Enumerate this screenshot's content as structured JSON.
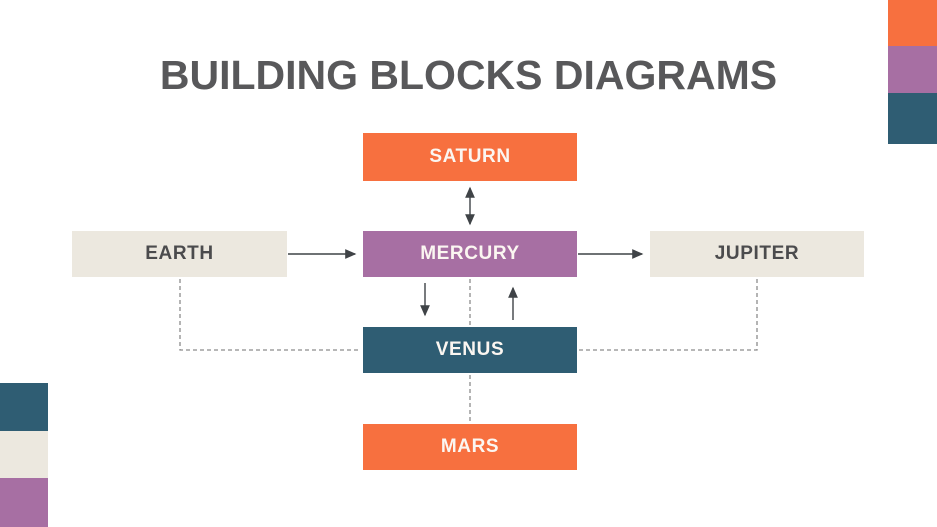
{
  "title": "BUILDING BLOCKS DIAGRAMS",
  "palette": {
    "orange": "#F7703F",
    "purple": "#A76FA3",
    "teal": "#2F5D73",
    "beige": "#ECE8DF",
    "title_text": "#58585A",
    "dark_text": "#4B4B4D",
    "light_text": "#FBF6F1",
    "solid_line": "#3F4347",
    "dashed_line": "#8C8C8C"
  },
  "nodes": {
    "saturn": {
      "label": "SATURN",
      "color_role": "orange"
    },
    "mercury": {
      "label": "MERCURY",
      "color_role": "purple"
    },
    "earth": {
      "label": "EARTH",
      "color_role": "beige"
    },
    "jupiter": {
      "label": "JUPITER",
      "color_role": "beige"
    },
    "venus": {
      "label": "VENUS",
      "color_role": "teal"
    },
    "mars": {
      "label": "MARS",
      "color_role": "orange"
    }
  },
  "edges": [
    {
      "from": "SATURN",
      "to": "MERCURY",
      "style": "solid",
      "arrows": "both"
    },
    {
      "from": "EARTH",
      "to": "MERCURY",
      "style": "solid",
      "arrows": "end"
    },
    {
      "from": "MERCURY",
      "to": "JUPITER",
      "style": "solid",
      "arrows": "end"
    },
    {
      "from": "MERCURY",
      "to": "VENUS",
      "style": "solid",
      "arrows": "end"
    },
    {
      "from": "VENUS",
      "to": "MERCURY",
      "style": "solid",
      "arrows": "end"
    },
    {
      "from": "MERCURY",
      "to": "VENUS",
      "style": "dashed",
      "arrows": "none"
    },
    {
      "from": "VENUS",
      "to": "MARS",
      "style": "dashed",
      "arrows": "none"
    },
    {
      "from": "EARTH",
      "to": "VENUS",
      "style": "dashed",
      "arrows": "none"
    },
    {
      "from": "JUPITER",
      "to": "VENUS",
      "style": "dashed",
      "arrows": "none"
    }
  ],
  "decorations": {
    "top_right": [
      "orange",
      "purple",
      "teal"
    ],
    "bottom_left": [
      "teal",
      "beige",
      "purple"
    ]
  }
}
